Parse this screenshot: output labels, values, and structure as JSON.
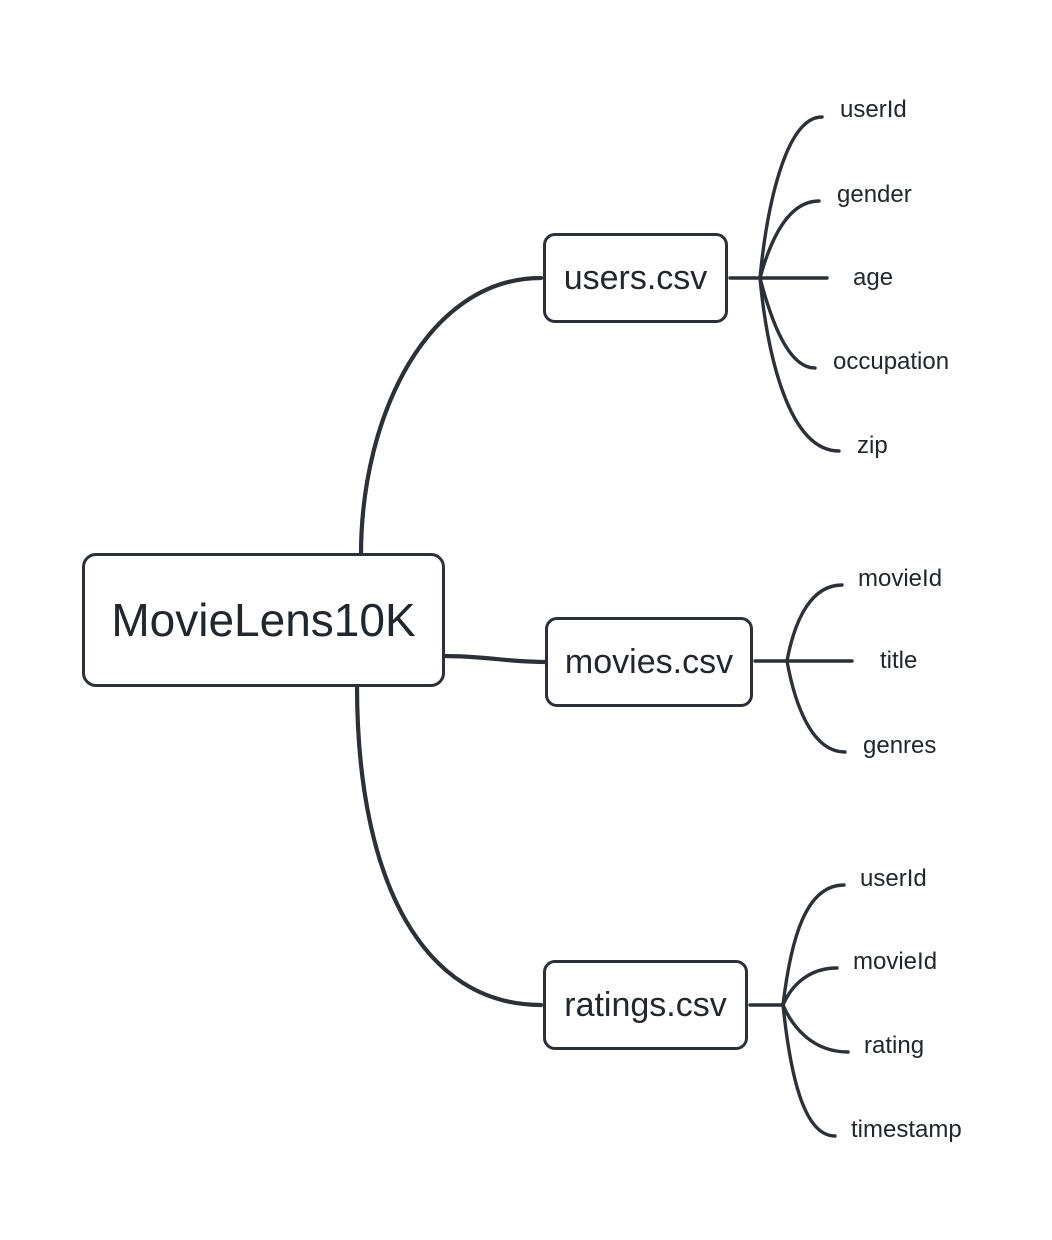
{
  "diagram": {
    "type": "mindmap",
    "root": {
      "label": "MovieLens10K"
    },
    "children": [
      {
        "label": "users.csv",
        "fields": [
          "userId",
          "gender",
          "age",
          "occupation",
          "zip"
        ]
      },
      {
        "label": "movies.csv",
        "fields": [
          "movieId",
          "title",
          "genres"
        ]
      },
      {
        "label": "ratings.csv",
        "fields": [
          "userId",
          "movieId",
          "rating",
          "timestamp"
        ]
      }
    ]
  },
  "colors": {
    "line": "#2b3137",
    "text": "#21272d",
    "node_fill": "#ffffff",
    "background": "#ffffff"
  }
}
